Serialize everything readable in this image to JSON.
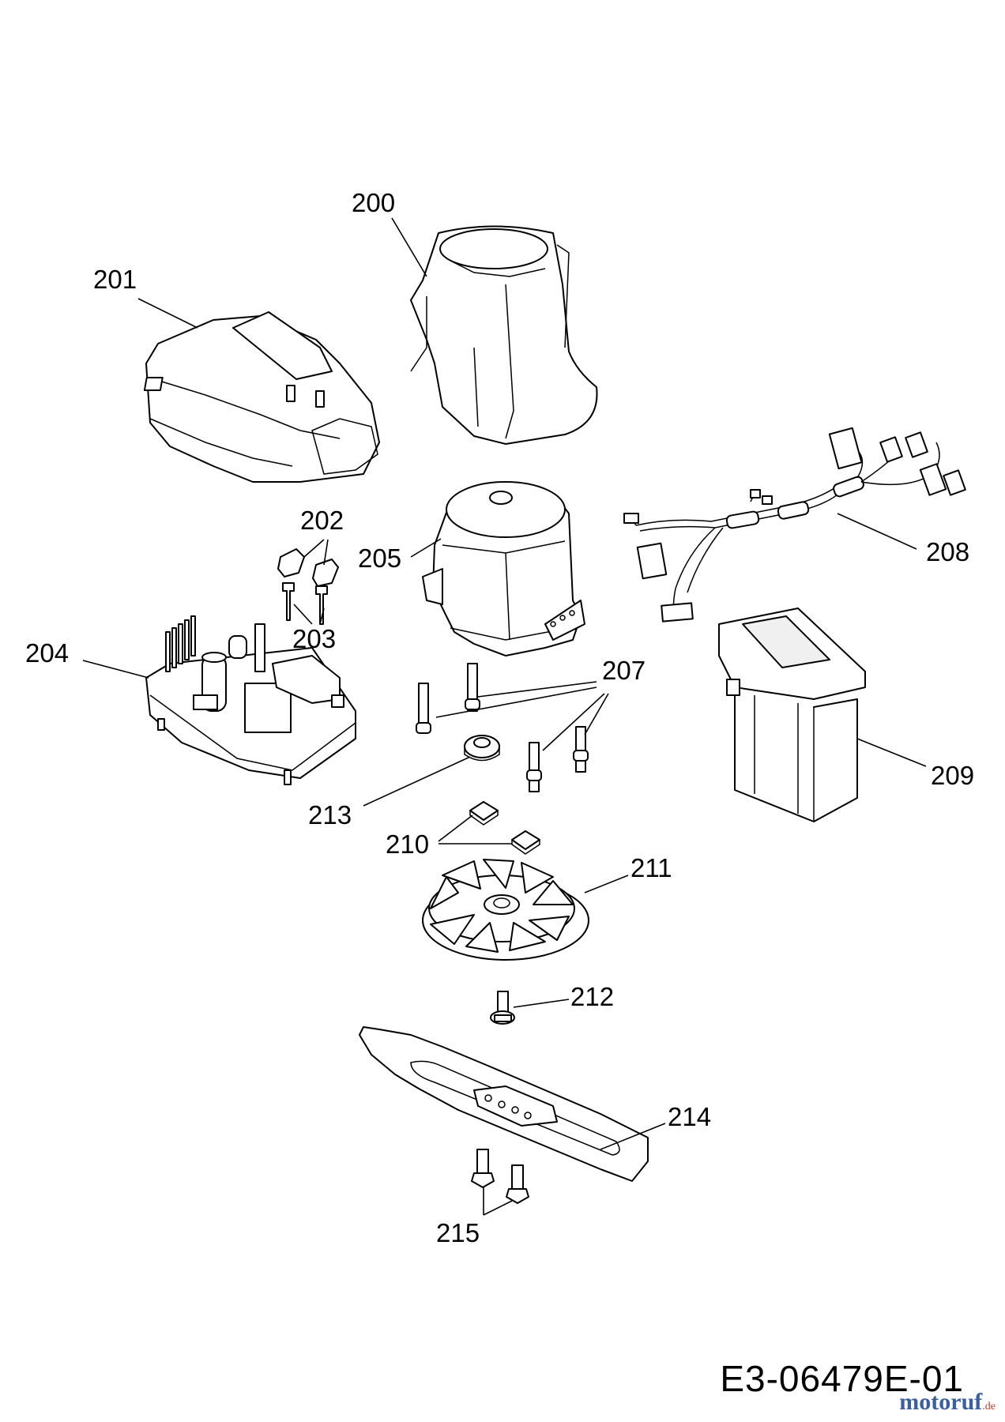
{
  "callouts": [
    {
      "id": "200",
      "text": "200"
    },
    {
      "id": "201",
      "text": "201"
    },
    {
      "id": "202",
      "text": "202"
    },
    {
      "id": "203",
      "text": "203"
    },
    {
      "id": "204",
      "text": "204"
    },
    {
      "id": "205",
      "text": "205"
    },
    {
      "id": "207",
      "text": "207"
    },
    {
      "id": "208",
      "text": "208"
    },
    {
      "id": "209",
      "text": "209"
    },
    {
      "id": "210",
      "text": "210"
    },
    {
      "id": "211",
      "text": "211"
    },
    {
      "id": "212",
      "text": "212"
    },
    {
      "id": "213",
      "text": "213"
    },
    {
      "id": "214",
      "text": "214"
    },
    {
      "id": "215",
      "text": "215"
    }
  ],
  "drawing_code": "E3-06479E-01",
  "watermark": {
    "brand": "motoruf",
    "tld": ".de"
  }
}
